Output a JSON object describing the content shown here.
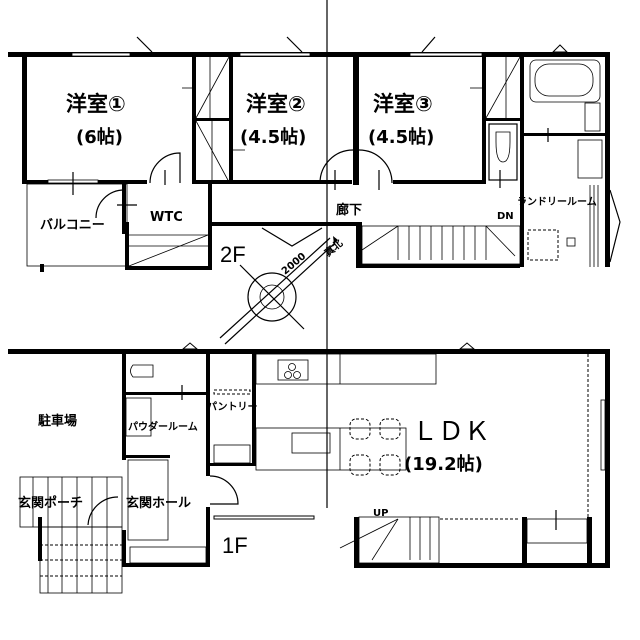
{
  "floor2": {
    "label": "2F",
    "rooms": {
      "western1": {
        "name": "洋室①",
        "size": "(6帖)"
      },
      "western2": {
        "name": "洋室②",
        "size": "(4.5帖)"
      },
      "western3": {
        "name": "洋室③",
        "size": "(4.5帖)"
      },
      "balcony": "バルコニー",
      "wtc": "WTC",
      "hallway": "廊下",
      "laundry_room": "ランドリールーム"
    },
    "stair_marker": "DN",
    "north_arrow": {
      "label": "真北",
      "scale": "2000"
    }
  },
  "floor1": {
    "label": "1F",
    "rooms": {
      "parking": "駐車場",
      "powder_room": "パウダールーム",
      "pantry": "パントリー",
      "ldk": {
        "name": "ＬＤＫ",
        "size": "(19.2帖)"
      },
      "entrance_porch": "玄関ポーチ",
      "entrance_hall": "玄関ホール"
    },
    "stair_marker": "UP"
  },
  "colors": {
    "line": "#000000",
    "background": "#ffffff"
  }
}
